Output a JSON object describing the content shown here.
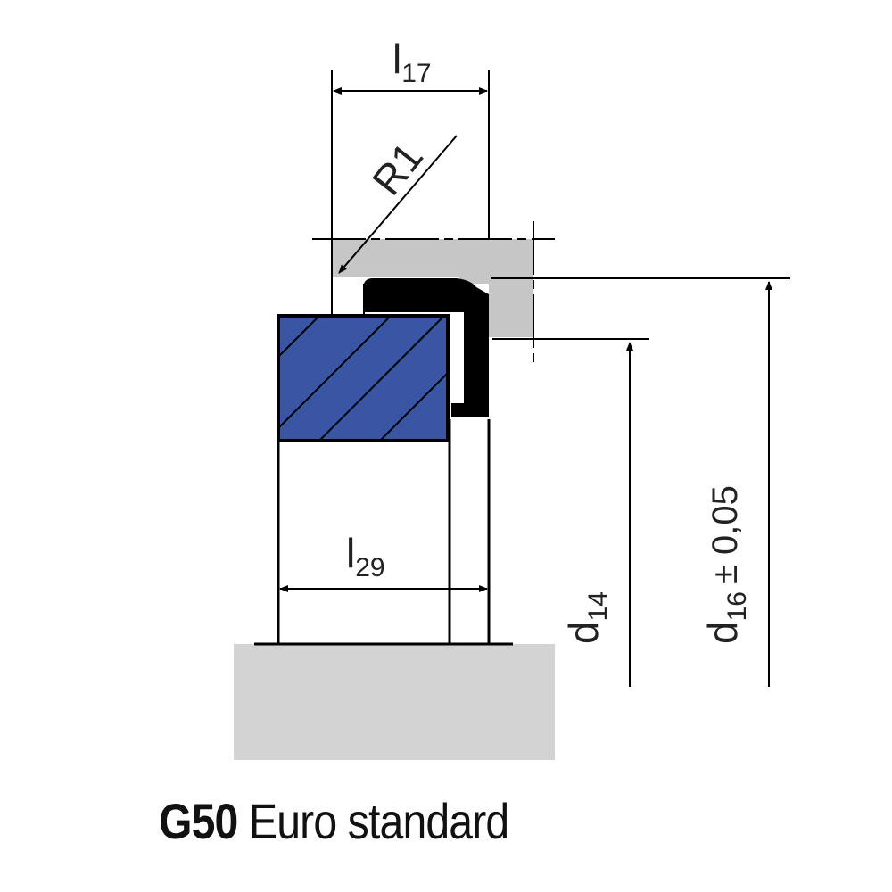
{
  "drawing": {
    "labels": {
      "l17": {
        "main": "l",
        "sub": "17"
      },
      "r1": "R1",
      "l29": {
        "main": "l",
        "sub": "29"
      },
      "d14": {
        "main": "d",
        "sub": "14"
      },
      "d16": {
        "main": "d",
        "sub": "16",
        "tolerance": "± 0,05"
      }
    },
    "colors": {
      "seal": "#3a55a4",
      "wiper": "#000000",
      "housing": "#c9c9c9",
      "base": "#d3d3d3",
      "line": "#000000"
    }
  },
  "caption": {
    "code": "G50",
    "text": "Euro standard"
  }
}
